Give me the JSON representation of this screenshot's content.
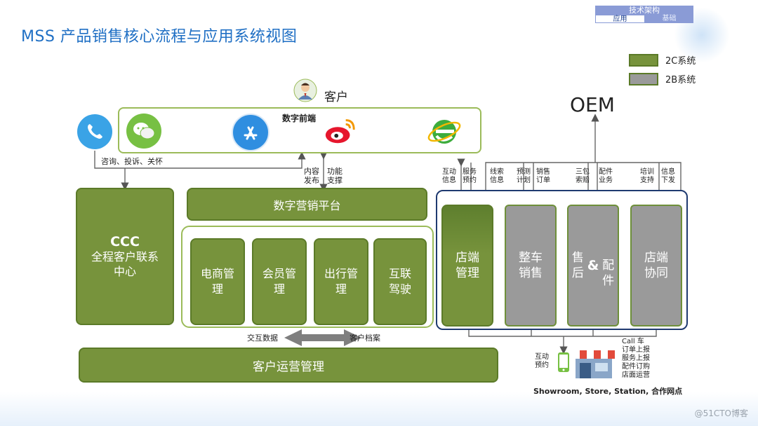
{
  "title": "MSS 产品销售核心流程与应用系统视图",
  "topnav": {
    "header": "技术架构",
    "tab_app": "应用",
    "tab_base": "基础"
  },
  "legend": [
    {
      "label": "2C系统",
      "color": "#77933c"
    },
    {
      "label": "2B系统",
      "color": "#9a9a9a"
    }
  ],
  "customer": {
    "label": "客户"
  },
  "digital_frontend": {
    "label": "数字前端",
    "icons": [
      "wechat-icon",
      "appstore-icon",
      "weibo-icon",
      "ie-icon"
    ]
  },
  "phone_icon": "phone-icon",
  "oem": "OEM",
  "labels": {
    "consult": "咨询、投诉、关怀",
    "content_publish": "内容\n发布",
    "func_support": "功能\n支撑",
    "interact_info": "互动\n信息",
    "service_booking": "服务\n预约",
    "lead_info": "线索\n信息",
    "forecast_plan": "预测\n计划",
    "sales_order": "销售\n订单",
    "three_pack": "三包\n索赔",
    "parts_business": "配件\n业务",
    "training_support": "培训\n支持",
    "info_dispatch": "信息\n下发",
    "exchange_data": "交互数据",
    "customer_archive": "客户档案",
    "interact_booking": "互动\n预约",
    "reports": [
      "Call 车",
      "订单上报",
      "服务上报",
      "配件订购",
      "店面运营"
    ],
    "network": "Showroom, Store, Station, 合作网点"
  },
  "ccc": {
    "abbr": "CCC",
    "name": "全程客户联系\n中心"
  },
  "digital_marketing": "数字营销平台",
  "c_modules": [
    "电商管\n理",
    "会员管\n理",
    "出行管\n理",
    "互联\n驾驶"
  ],
  "customer_ops": "客户运营管理",
  "b_modules": [
    "店端\n管理",
    "整车\n销售",
    "售后\n&\n配件",
    "店端\n协同"
  ],
  "watermark": "@51CTO博客"
}
